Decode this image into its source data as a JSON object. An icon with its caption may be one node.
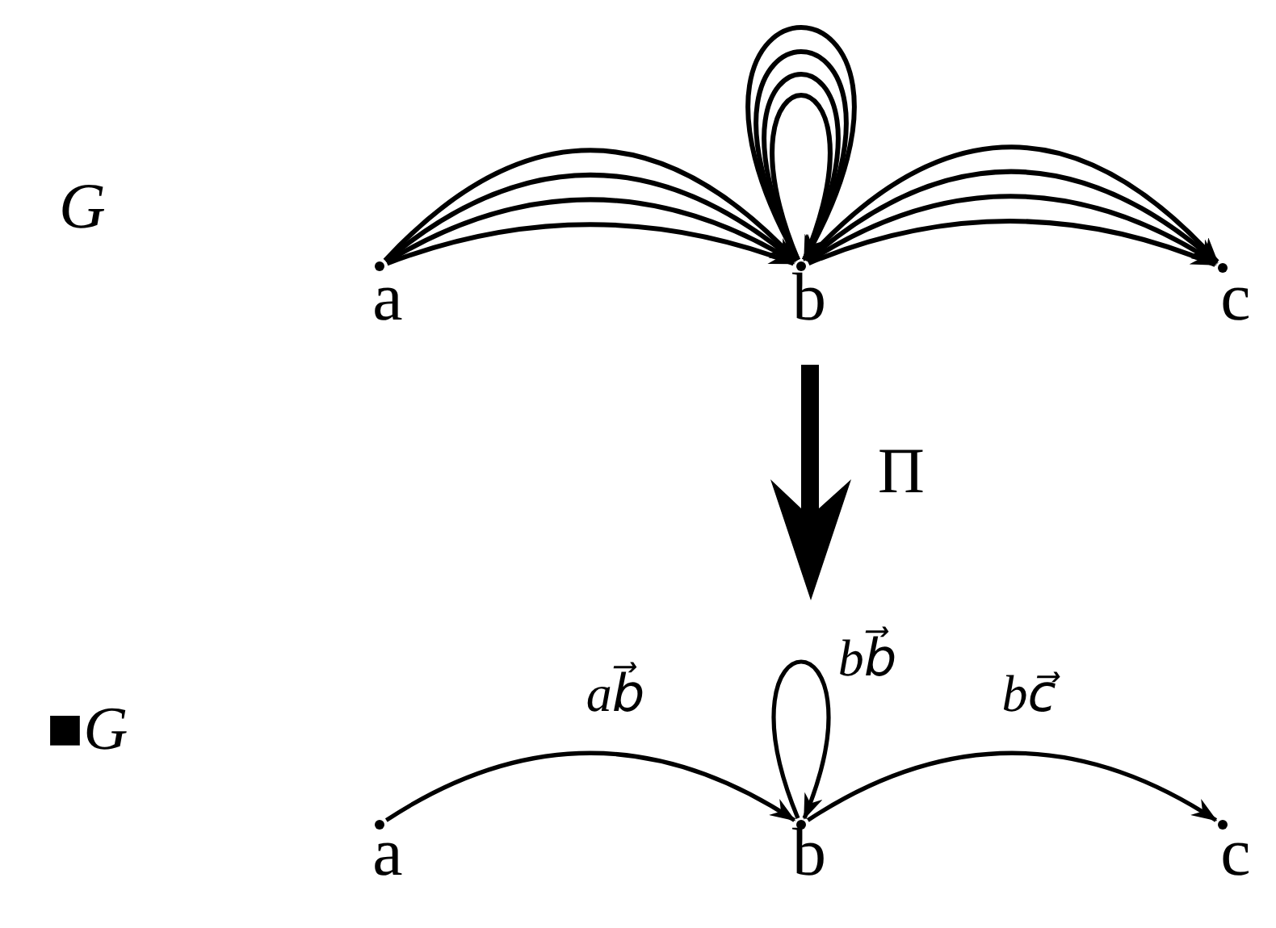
{
  "diagram": {
    "nodes": [
      {
        "text": [],
        "shape": "circle",
        "beside": [
          "a"
        ]
      },
      {
        "text": [],
        "shape": "circle",
        "beside": [
          "b"
        ]
      },
      {
        "text": [],
        "shape": "circle",
        "beside": [
          "c"
        ]
      },
      {
        "text": [],
        "shape": "circle",
        "beside": [
          "a"
        ]
      },
      {
        "text": [],
        "shape": "circle",
        "beside": [
          "b"
        ]
      },
      {
        "text": [],
        "shape": "circle",
        "beside": [
          "c"
        ]
      }
    ],
    "edges": [
      {
        "from": 0,
        "to": 1,
        "arrow": "to"
      },
      {
        "from": 0,
        "to": 1,
        "arrow": "to"
      },
      {
        "from": 0,
        "to": 1,
        "arrow": "to"
      },
      {
        "from": 0,
        "to": 1,
        "arrow": "to"
      },
      {
        "from": 1,
        "to": 1,
        "arrow": "to"
      },
      {
        "from": 1,
        "to": 1,
        "arrow": "to"
      },
      {
        "from": 1,
        "to": 1,
        "arrow": "to"
      },
      {
        "from": 1,
        "to": 1,
        "arrow": "to"
      },
      {
        "from": 1,
        "to": 2,
        "arrow": "to"
      },
      {
        "from": 1,
        "to": 2,
        "arrow": "to"
      },
      {
        "from": 1,
        "to": 2,
        "arrow": "to"
      },
      {
        "from": 1,
        "to": 2,
        "arrow": "to"
      },
      {
        "from": 3,
        "to": 4,
        "arrow": "to",
        "label": "ab⃗"
      },
      {
        "from": 4,
        "to": 4,
        "arrow": "to",
        "label": "bb⃗"
      },
      {
        "from": 4,
        "to": 5,
        "arrow": "to",
        "label": "bc⃗"
      }
    ],
    "labels": [
      "G",
      "Π",
      "■*G*"
    ]
  }
}
